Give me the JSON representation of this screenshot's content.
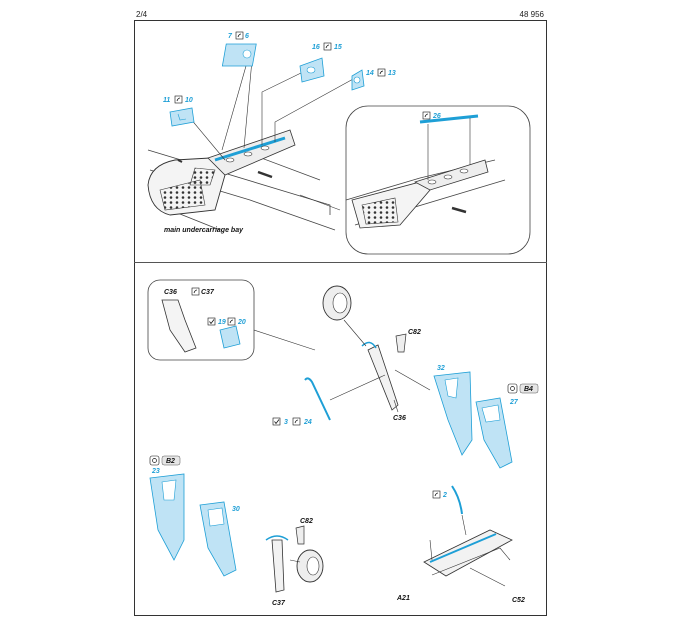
{
  "header": {
    "page": "2/4",
    "kit_number": "48 956"
  },
  "top_section": {
    "caption": "main undercarriage bay",
    "callouts": [
      {
        "id": "c-7-6",
        "left": "7",
        "right": "6"
      },
      {
        "id": "c-16-15",
        "left": "16",
        "right": "15"
      },
      {
        "id": "c-14-13",
        "left": "14",
        "right": "13"
      },
      {
        "id": "c-11-10",
        "left": "11",
        "right": "10"
      },
      {
        "id": "c-26",
        "right": "26"
      }
    ]
  },
  "bottom_section": {
    "inset_labels": {
      "c36": "C36",
      "c37": "C37",
      "p19": "19",
      "p20": "20"
    },
    "labels": {
      "c82_top": "C82",
      "c36": "C36",
      "p3": "3",
      "p24": "24",
      "p32": "32",
      "b4": "B4",
      "p27": "27",
      "b2": "B2",
      "p23": "23",
      "p30": "30",
      "c82_bottom": "C82",
      "c37": "C37",
      "p2": "2",
      "a21": "A21",
      "c52": "C52"
    }
  },
  "colors": {
    "etch_part": "#bfe3f5",
    "etch_stroke": "#1e9fd6",
    "line": "#333333"
  }
}
